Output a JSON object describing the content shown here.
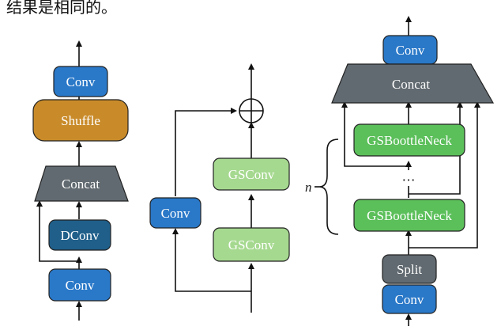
{
  "caption_fragment": "结果是相同的。",
  "colors": {
    "blue": "#2a78c8",
    "dark_blue": "#1f5f8a",
    "orange": "#c98b2a",
    "gray": "#616a70",
    "green": "#8fd17c",
    "green_dark": "#5bbf5a",
    "light_green": "#a6d990"
  },
  "left_block": {
    "conv_top": "Conv",
    "shuffle": "Shuffle",
    "concat": "Concat",
    "dconv": "DConv",
    "conv_bottom": "Conv"
  },
  "middle_block": {
    "conv": "Conv",
    "gsconv_top": "GSConv",
    "gsconv_bottom": "GSConv",
    "add_symbol": "⊕"
  },
  "right_block": {
    "conv_top": "Conv",
    "concat": "Concat",
    "bottleneck_top": "GSBoottleNeck",
    "ellipsis": "⋯",
    "bottleneck_bottom": "GSBoottleNeck",
    "repeat_label": "n",
    "split": "Split",
    "conv_bottom": "Conv"
  }
}
